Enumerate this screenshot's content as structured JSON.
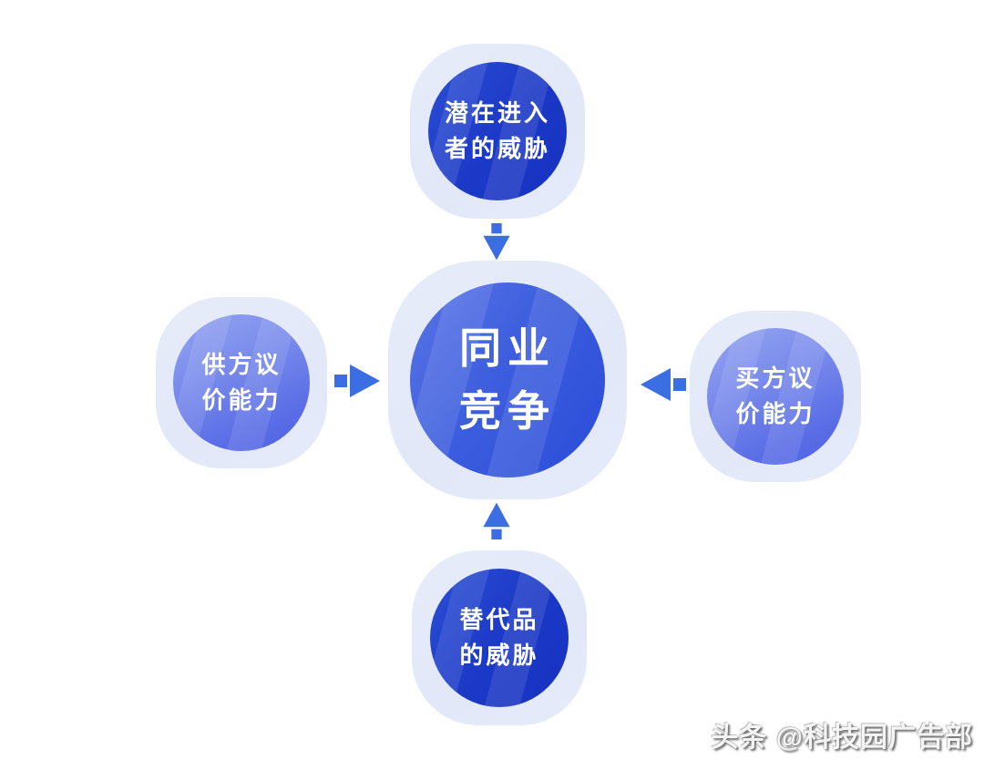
{
  "diagram": {
    "type": "five-forces",
    "center": {
      "lines": [
        "同业",
        "竞争"
      ]
    },
    "top": {
      "lines": [
        "潜在进入",
        "者的威胁"
      ]
    },
    "left": {
      "lines": [
        "供方议",
        "价能力"
      ]
    },
    "right": {
      "lines": [
        "买方议",
        "价能力"
      ]
    },
    "bottom": {
      "lines": [
        "替代品",
        "的威胁"
      ]
    }
  },
  "arrows": [
    {
      "name": "arrow-from-top",
      "direction": "down"
    },
    {
      "name": "arrow-from-left",
      "direction": "right"
    },
    {
      "name": "arrow-from-right",
      "direction": "left"
    },
    {
      "name": "arrow-from-bottom",
      "direction": "up"
    }
  ],
  "watermark": {
    "text": "头条 @科技园广告部"
  },
  "colors": {
    "background": "#ffffff",
    "halo": "#e4e9f8",
    "circle_dark": "#1b38c6",
    "circle_center_light": "#5a76e6",
    "circle_center_dark": "#2a4cd8",
    "circle_side_light": "#95a4f1",
    "circle_side_dark": "#4f63e3",
    "arrow": "#3a6ee2",
    "text": "#ffffff"
  }
}
